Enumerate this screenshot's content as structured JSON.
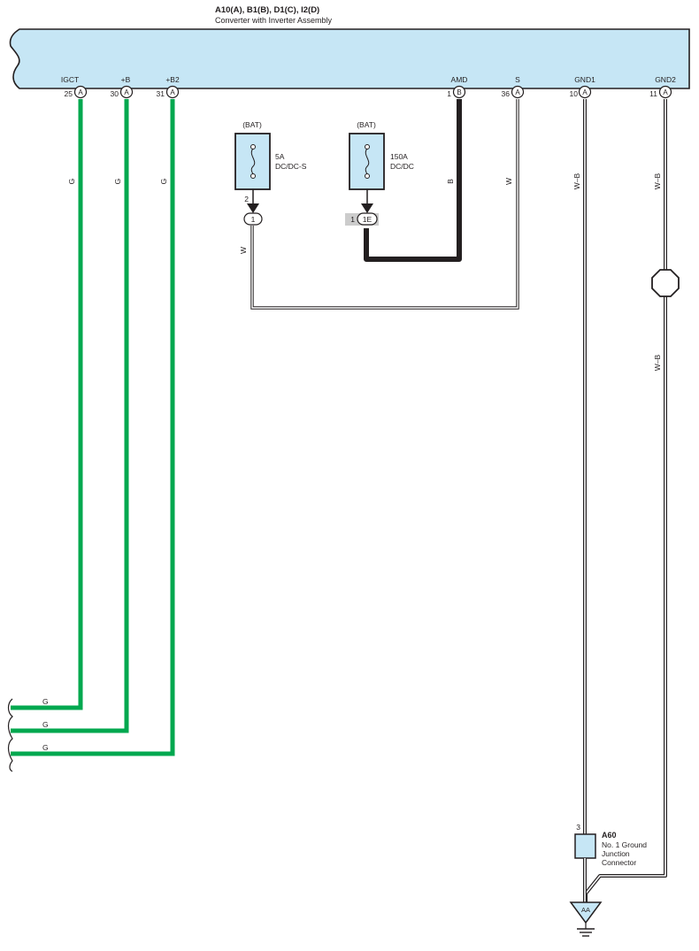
{
  "header": {
    "connectors": "A10(A), B1(B), D1(C), I2(D)",
    "component": "Converter with Inverter Assembly"
  },
  "terminals": [
    {
      "name": "IGCT",
      "pin": "25",
      "connector": "A"
    },
    {
      "name": "+B",
      "pin": "30",
      "connector": "A"
    },
    {
      "name": "+B2",
      "pin": "31",
      "connector": "A"
    },
    {
      "name": "AMD",
      "pin": "1",
      "connector": "B"
    },
    {
      "name": "S",
      "pin": "36",
      "connector": "A"
    },
    {
      "name": "GND1",
      "pin": "10",
      "connector": "A"
    },
    {
      "name": "GND2",
      "pin": "11",
      "connector": "A"
    }
  ],
  "fuses": [
    {
      "source": "(BAT)",
      "rating": "5A",
      "name": "DC/DC-S",
      "out_pin": "2",
      "connector_label": "1"
    },
    {
      "source": "(BAT)",
      "rating": "150A",
      "name": "DC/DC",
      "out_pin": "1",
      "connector_label": "1E"
    }
  ],
  "wires": {
    "igct": "G",
    "plus_b": "G",
    "plus_b2": "G",
    "amd": "B",
    "s": "W",
    "s_loop": "W",
    "gnd1": "W–B",
    "gnd2_upper": "W–B",
    "gnd2_lower": "W–B",
    "bottom": [
      "G",
      "G",
      "G"
    ]
  },
  "ground_junction": {
    "id": "A60",
    "pin": "3",
    "description_lines": [
      "No. 1 Ground",
      "Junction",
      "Connector"
    ]
  },
  "ground_point": "AA",
  "colors": {
    "component_fill": "#c6e6f5",
    "green_wire": "#00a84f",
    "black_wire": "#231f20",
    "line": "#231f20",
    "connector_tag": "#cccccc"
  }
}
